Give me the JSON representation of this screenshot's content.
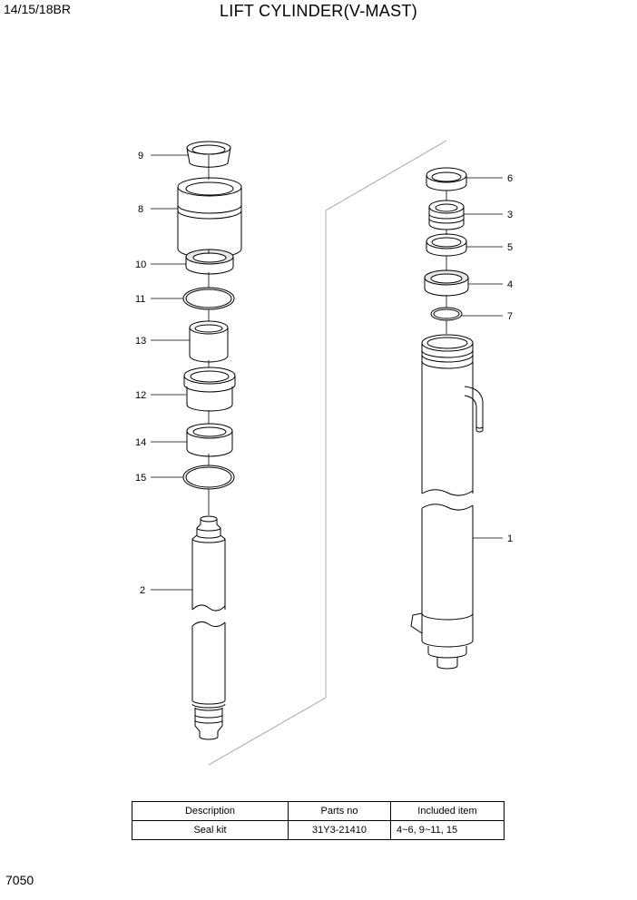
{
  "header": {
    "model": "14/15/18BR",
    "title": "LIFT CYLINDER(V-MAST)"
  },
  "footer": {
    "page_number": "7050"
  },
  "callouts": {
    "p9": "9",
    "p8": "8",
    "p10": "10",
    "p11": "11",
    "p13": "13",
    "p12": "12",
    "p14": "14",
    "p15": "15",
    "p2": "2",
    "p6": "6",
    "p3": "3",
    "p5": "5",
    "p4": "4",
    "p7": "7",
    "p1": "1"
  },
  "parts_table": {
    "headers": {
      "description": "Description",
      "parts_no": "Parts no",
      "included": "Included item"
    },
    "rows": [
      {
        "description": "Seal kit",
        "parts_no": "31Y3-21410",
        "included": "4~6, 9~11, 15"
      }
    ]
  }
}
